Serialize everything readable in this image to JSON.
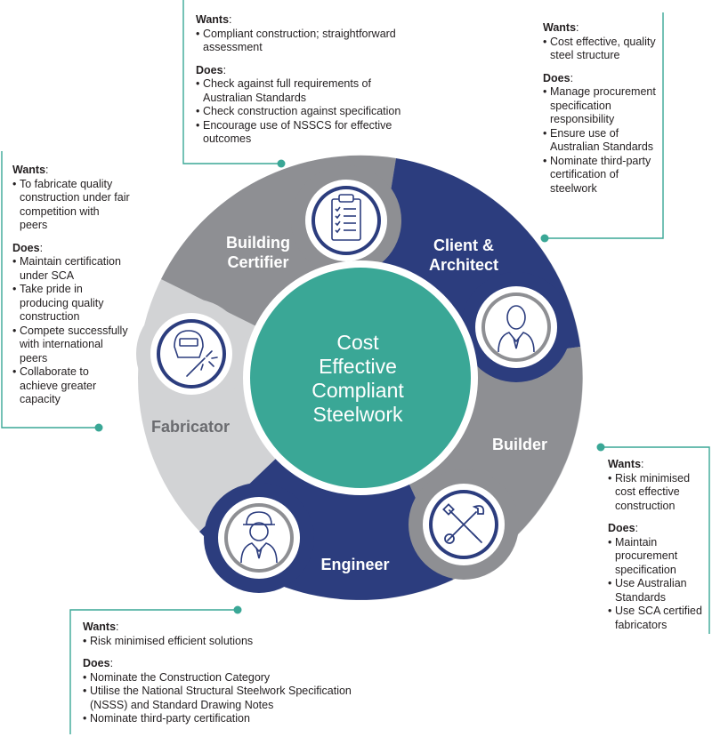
{
  "center": {
    "lines": [
      "Cost",
      "Effective",
      "Compliant",
      "Steelwork"
    ]
  },
  "segments": {
    "building_certifier": [
      "Building",
      "Certifier"
    ],
    "client_architect": [
      "Client &",
      "Architect"
    ],
    "builder": "Builder",
    "engineer": "Engineer",
    "fabricator": "Fabricator"
  },
  "boxes": {
    "building_certifier": {
      "wants_heading": "Wants",
      "wants": [
        "Compliant construction; straightforward assessment"
      ],
      "does_heading": "Does",
      "does": [
        "Check against full requirements of Australian Standards",
        "Check construction against specification",
        "Encourage use of NSSCS for effective outcomes"
      ]
    },
    "client_architect": {
      "wants_heading": "Wants",
      "wants": [
        "Cost effective, quality steel structure"
      ],
      "does_heading": "Does",
      "does": [
        "Manage procurement specification responsibility",
        "Ensure use of Australian Standards",
        "Nominate third-party certification of steelwork"
      ]
    },
    "fabricator": {
      "wants_heading": "Wants",
      "wants": [
        "To fabricate quality construction under fair competition with peers"
      ],
      "does_heading": "Does",
      "does": [
        "Maintain certification under SCA",
        "Take pride in producing quality construction",
        "Compete successfully with international peers",
        "Collaborate to achieve greater capacity"
      ]
    },
    "builder": {
      "wants_heading": "Wants",
      "wants": [
        "Risk minimised cost effective construction"
      ],
      "does_heading": "Does",
      "does": [
        "Maintain procurement specification",
        "Use Australian Standards",
        "Use SCA certified fabricators"
      ]
    },
    "engineer": {
      "wants_heading": "Wants",
      "wants": [
        "Risk minimised efficient solutions"
      ],
      "does_heading": "Does",
      "does": [
        "Nominate the Construction Category",
        "Utilise the National Structural Steelwork Specification (NSSS) and Standard Drawing Notes",
        "Nominate third-party certification"
      ]
    }
  },
  "icons": [
    "clipboard-checklist-icon",
    "businessman-icon",
    "wrench-screwdriver-icon",
    "hardhat-worker-icon",
    "welding-mask-icon"
  ],
  "colors": {
    "teal": "#3aa796",
    "navy": "#2c3d7e",
    "dark_grey": "#8e8f93",
    "light_grey": "#d2d3d5",
    "connector": "#3aa796"
  }
}
